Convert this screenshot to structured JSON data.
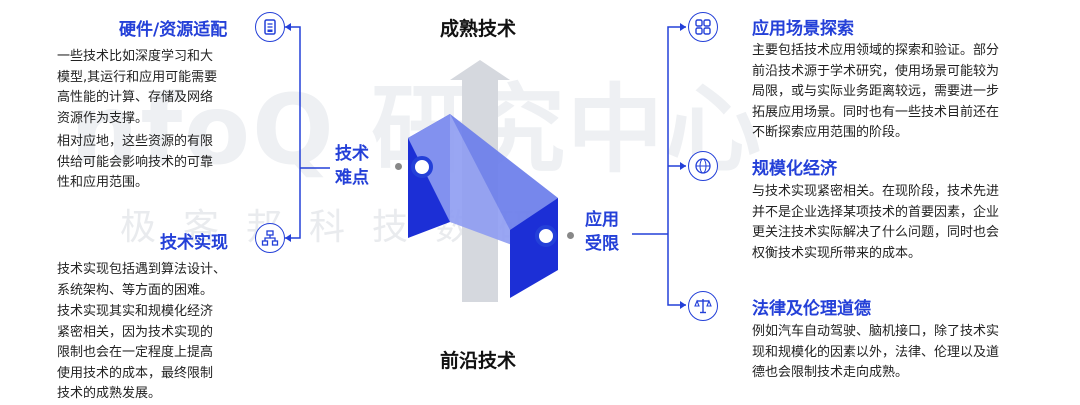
{
  "watermark": {
    "big": "nfoQ 研究中心",
    "small": "极客邦科技数研"
  },
  "center": {
    "top_title": "成熟技术",
    "bottom_title": "前沿技术"
  },
  "left_label": [
    "技术",
    "难点"
  ],
  "right_label": [
    "应用",
    "受限"
  ],
  "left_sections": [
    {
      "heading": "硬件/资源适配",
      "icon": "memory-card-icon",
      "paragraphs": [
        [
          "一些技术比如深度学习和大",
          "模型,其运行和应用可能需要",
          "高性能的计算、存储及网络",
          "资源作为支撑。"
        ],
        [
          "相对应地，这些资源的有限",
          "供给可能会影响技术的可靠",
          "性和应用范围。"
        ]
      ]
    },
    {
      "heading": "技术实现",
      "icon": "network-icon",
      "paragraphs": [
        [
          "技术实现包括遇到算法设计、",
          "系统架构、等方面的困难。"
        ],
        [
          "技术实现其实和规模化经济",
          "紧密相关，因为技术实现的",
          "限制也会在一定程度上提高",
          "使用技术的成本，最终限制",
          "技术的成熟发展。"
        ]
      ]
    }
  ],
  "right_sections": [
    {
      "heading": "应用场景探索",
      "icon": "apps-grid-icon",
      "lines": [
        "主要包括技术应用领域的探索和验证。部分",
        "前沿技术源于学术研究，使用场景可能较为",
        "局限，或与实际业务距离较远，需要进一步",
        "拓展应用场景。同时也有一些技术目前还在",
        "不断探索应用范围的阶段。"
      ]
    },
    {
      "heading": "规模化经济",
      "icon": "globe-icon",
      "lines": [
        "与技术实现紧密相关。在现阶段，技术先进",
        "并不是企业选择某项技术的首要因素，企业",
        "更关注技术实际解决了什么问题，同时也会",
        "权衡技术实现所带来的成本。"
      ]
    },
    {
      "heading": "法律及伦理道德",
      "icon": "scale-icon",
      "lines": [
        "例如汽车自动驾驶、脑机接口，除了技术实",
        "现和规模化的因素以外，法律、伦理以及道",
        "德也会限制技术走向成熟。"
      ]
    }
  ],
  "colors": {
    "accent": "#2440d8",
    "dark_blue": "#1c2fd6",
    "light_blue": "#8e9cf2",
    "gray_arrow": "#d5d8de"
  }
}
